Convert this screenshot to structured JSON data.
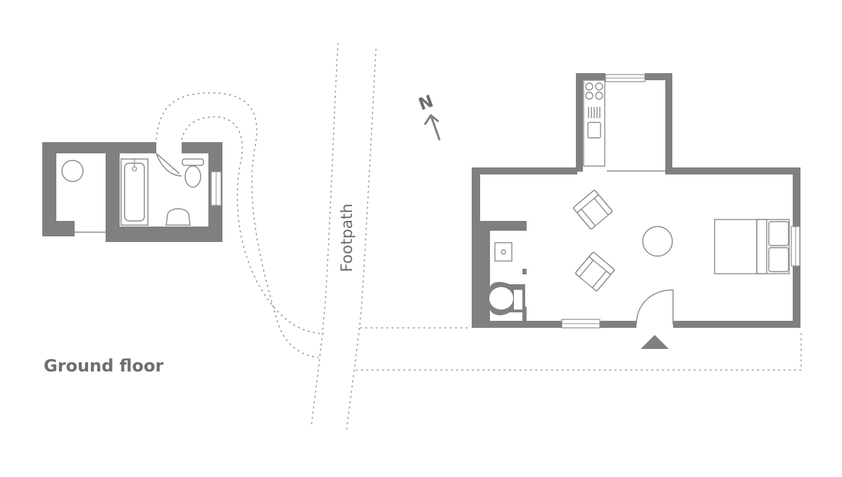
{
  "plan": {
    "title": "Ground floor",
    "footpath_label": "Footpath",
    "north_label": "N",
    "colors": {
      "wall": "#808080",
      "line": "#8c8c8c",
      "dotted": "#9a9a9a",
      "text": "#6e6e6e"
    }
  }
}
